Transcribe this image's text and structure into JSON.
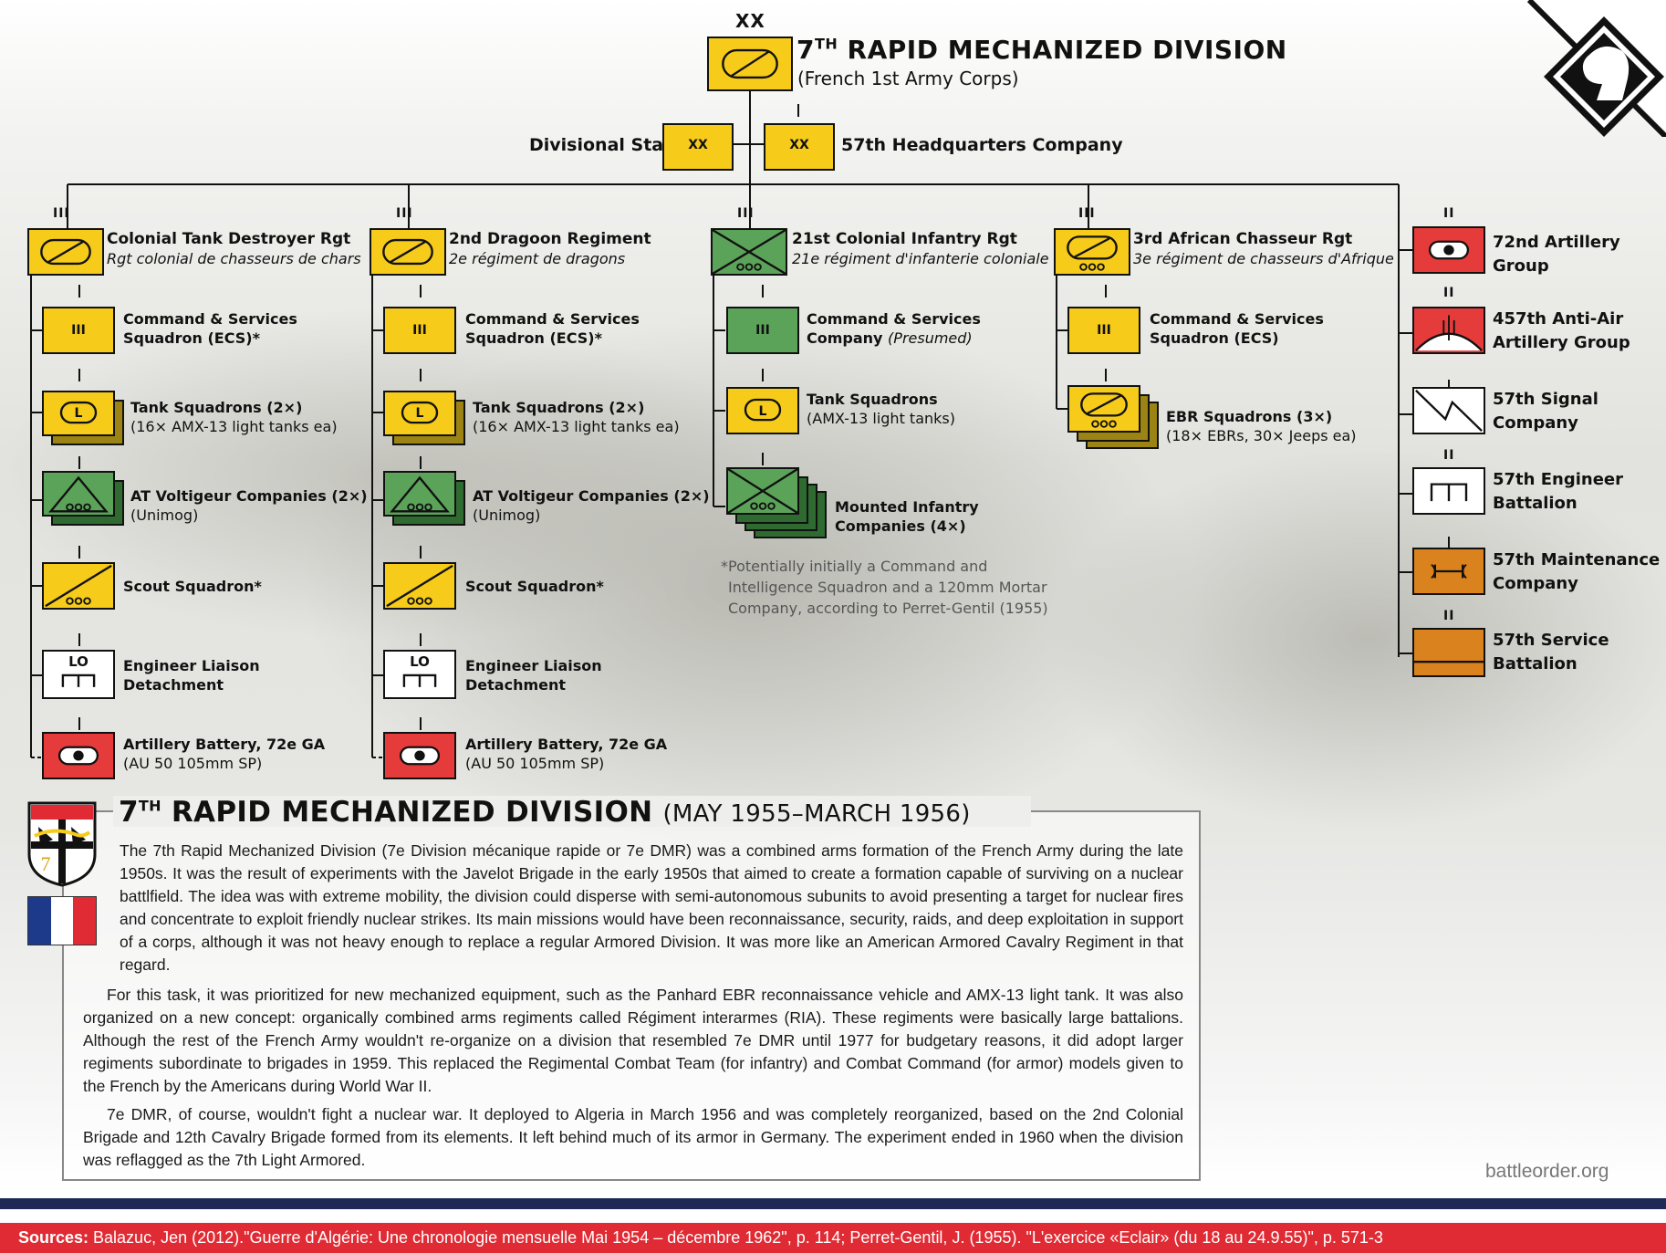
{
  "header": {
    "echelon": "XX",
    "title_num": "7",
    "title_sup": "TH",
    "title_rest": "RAPID MECHANIZED DIVISION",
    "subtitle": "(French 1st Army Corps)"
  },
  "hq_units": {
    "staff_label": "Divisional Staff",
    "staff_symbol": "XX",
    "hq_co_label": "57th Headquarters Company",
    "hq_co_symbol": "XX",
    "hq_co_echelon": "I"
  },
  "regiments": [
    {
      "echelon": "III",
      "name": "Colonial Tank Destroyer Rgt",
      "subname": "Rgt colonial de chasseurs de chars",
      "units": [
        {
          "l1": "Command & Services",
          "l2": "Squadron (ECS)*",
          "symbol": "III"
        },
        {
          "l1": "Tank Squadrons (2×)",
          "l2": "(16× AMX-13 light tanks ea)",
          "symbol": "L"
        },
        {
          "l1": "AT Voltigeur Companies (2×)",
          "l2": "(Unimog)"
        },
        {
          "l1": "Scout Squadron*",
          "l2": ""
        },
        {
          "l1": "Engineer Liaison",
          "l2": "Detachment",
          "symbol": "LO"
        },
        {
          "l1": "Artillery Battery, 72e GA",
          "l2": "(AU 50 105mm SP)"
        }
      ]
    },
    {
      "echelon": "III",
      "name": "2nd Dragoon Regiment",
      "subname": "2e régiment de dragons",
      "units": [
        {
          "l1": "Command & Services",
          "l2": "Squadron (ECS)*",
          "symbol": "III"
        },
        {
          "l1": "Tank Squadrons (2×)",
          "l2": "(16× AMX-13 light tanks ea)",
          "symbol": "L"
        },
        {
          "l1": "AT Voltigeur Companies (2×)",
          "l2": "(Unimog)"
        },
        {
          "l1": "Scout Squadron*",
          "l2": ""
        },
        {
          "l1": "Engineer Liaison",
          "l2": "Detachment",
          "symbol": "LO"
        },
        {
          "l1": "Artillery Battery, 72e GA",
          "l2": "(AU 50 105mm SP)"
        }
      ]
    },
    {
      "echelon": "III",
      "name": "21st Colonial Infantry Rgt",
      "subname": "21e régiment d'infanterie coloniale",
      "units": [
        {
          "l1": "Command & Services",
          "l2a": "Company ",
          "l2b": "(Presumed)",
          "symbol": "III"
        },
        {
          "l1": "Tank Squadrons",
          "l2": "(AMX-13 light tanks)",
          "symbol": "L"
        },
        {
          "l1": "Mounted Infantry",
          "l2": "Companies (4×)"
        }
      ],
      "note": [
        "*Potentially initially a Command and",
        "Intelligence Squadron and a 120mm Mortar",
        "Company, according to Perret-Gentil (1955)"
      ]
    },
    {
      "echelon": "III",
      "name": "3rd African Chasseur Rgt",
      "subname": "3e régiment de chasseurs d'Afrique",
      "units": [
        {
          "l1": "Command & Services",
          "l2": "Squadron (ECS)",
          "symbol": "III"
        },
        {
          "l1": "EBR Squadrons (3×)",
          "l2": "(18× EBRs, 30× Jeeps ea)"
        }
      ]
    }
  ],
  "support_units": [
    {
      "echelon": "II",
      "l1": "72nd Artillery",
      "l2": "Group"
    },
    {
      "echelon": "II",
      "l1": "457th Anti-Air",
      "l2": "Artillery Group"
    },
    {
      "echelon": "I",
      "l1": "57th Signal",
      "l2": "Company"
    },
    {
      "echelon": "II",
      "l1": "57th Engineer",
      "l2": "Battalion"
    },
    {
      "echelon": "I",
      "l1": "57th Maintenance",
      "l2": "Company"
    },
    {
      "echelon": "II",
      "l1": "57th Service",
      "l2": "Battalion"
    }
  ],
  "article": {
    "title_num": "7",
    "title_sup": "TH",
    "title_rest": "RAPID MECHANIZED DIVISION",
    "title_dates": "(MAY 1955–MARCH 1956)",
    "emblem_number": "7",
    "p1": "The 7th Rapid Mechanized Division (7e Division mécanique rapide or 7e DMR) was a combined arms formation of the French Army during the late 1950s. It was the result of experiments with the Javelot Brigade in the early 1950s that aimed to create a formation capable of surviving on a nuclear battlfield. The idea was with extreme mobility, the division could disperse with semi-autonomous subunits to avoid presenting a target for nuclear fires and concentrate to exploit friendly nuclear strikes. Its main missions would have been reconnaissance, security, raids, and deep exploitation in support of a corps, although it was not heavy enough to replace a regular Armored Division. It was more like an American Armored Cavalry Regiment in that regard.",
    "p2": "For this task, it was prioritized for new mechanized equipment, such as the Panhard EBR reconnaissance vehicle and AMX-13 light tank. It was also organized on a new concept: organically combined arms regiments called Régiment interarmes (RIA). These regiments were basically large battalions. Although the rest of the French Army wouldn't re-organize on a division that resembled 7e DMR until 1977 for budgetary reasons, it did adopt larger regiments subordinate to brigades in 1959. This replaced the Regimental Combat Team (for infantry) and Combat Command (for armor) models given to the French by the Americans during World War II.",
    "p3": "7e DMR, of course, wouldn't fight a nuclear war. It deployed to Algeria in March 1956 and was completely reorganized, based on the 2nd Colonial Brigade and 12th Cavalry Brigade formed from its elements. It left behind much of its armor in Germany. The experiment ended in 1960 when the division was reflagged as the 7th Light Armored."
  },
  "website": "battleorder.org",
  "sources_label": "Sources:",
  "sources_text": " Balazuc, Jen (2012).\"Guerre d'Algérie: Une chronologie mensuelle Mai 1954 – décembre 1962\", p. 114; Perret-Gentil, J. (1955). \"L'exercice «Eclair» (du 18 au 24.9.55)\", p. 571-3",
  "colors": {
    "armor_yellow": "#f6cb1a",
    "infantry_green": "#5ca35a",
    "artillery_red": "#e63b3b",
    "maintenance_orange": "#d9821e",
    "flag_blue": "#1d3a8a",
    "flag_red": "#e02b34",
    "band_navy": "#1e2a55"
  }
}
